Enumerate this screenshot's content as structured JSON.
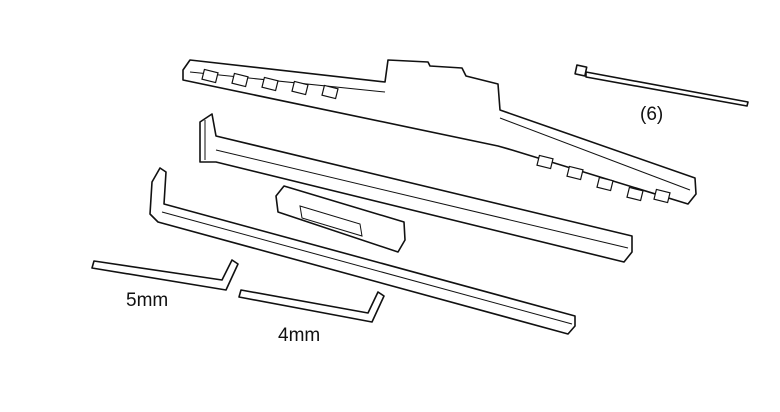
{
  "labels": {
    "cable_tie_qty": "(6)",
    "hex_key_large": "5mm",
    "hex_key_small": "4mm"
  }
}
